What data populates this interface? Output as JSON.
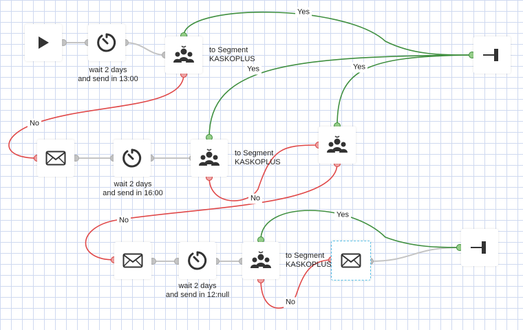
{
  "steps": {
    "delay1_caption": [
      "wait 2 days",
      "and send in 13:00"
    ],
    "delay2_caption": [
      "wait 2 days",
      "and send in 16:00"
    ],
    "delay3_caption": [
      "wait 2 days",
      "and send in 12:null"
    ],
    "segment1_caption": [
      "to Segment",
      "KASKOPLUS"
    ],
    "segment2_caption": [
      "to Segment",
      "KASKOPLUS"
    ],
    "segment3_caption": [
      "to Segment",
      "KASKOPLUS"
    ]
  },
  "connection_labels": {
    "yes": "Yes",
    "no": "No"
  },
  "colors": {
    "yes": "#3f8f3f",
    "no": "#e04848",
    "flow": "#c4c4c4",
    "grid": "#cfd9f0",
    "selection": "#58c1e8",
    "icon": "#333333"
  },
  "icons": {
    "start": "play-icon",
    "delay": "stopwatch-icon",
    "segment": "people-group-icon",
    "email": "envelope-icon",
    "end": "stop-bar-icon"
  }
}
